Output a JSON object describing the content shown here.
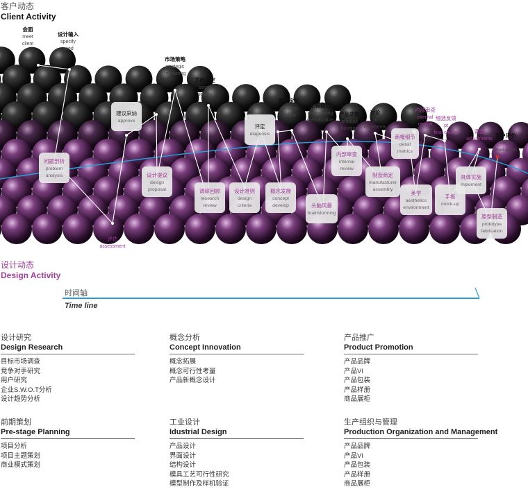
{
  "client_header": {
    "cn": "客户动态",
    "en": "Client Activity"
  },
  "design_header": {
    "cn": "设计动态",
    "en": "Design Activity"
  },
  "timeline": {
    "cn": "时间轴",
    "en": "Time line"
  },
  "client_nodes": [
    {
      "id": "c1",
      "lines": [
        "会面",
        "meet",
        "client"
      ]
    },
    {
      "id": "c2",
      "lines": [
        "设计输入",
        "specify",
        "need"
      ]
    },
    {
      "id": "c3",
      "lines": [
        "市场策略",
        "strategic",
        "marketing"
      ]
    },
    {
      "id": "c4",
      "lines": [
        "方向选定",
        "target",
        "setting"
      ]
    },
    {
      "id": "c5",
      "lines": [
        "概念定义",
        "concept",
        "define"
      ]
    },
    {
      "id": "c6",
      "lines": [
        "工程规范",
        "engineering",
        "specification"
      ]
    },
    {
      "id": "c7",
      "lines": [
        "产品功能",
        "product",
        "function"
      ]
    },
    {
      "id": "c8",
      "lines": [
        "讨论",
        "pt",
        "comments"
      ]
    },
    {
      "id": "c9",
      "lines": [
        "内部审查",
        "internal",
        "review"
      ]
    },
    {
      "id": "c10",
      "lines": [
        "细选反馈",
        "pt",
        "final choice"
      ]
    },
    {
      "id": "c11",
      "lines": [
        "调整",
        "adjustments"
      ]
    },
    {
      "id": "c12",
      "lines": [
        "客户评价",
        "client",
        "evaluation"
      ]
    },
    {
      "id": "c13",
      "lines": [
        "评估",
        "assessment"
      ]
    }
  ],
  "boxes": [
    {
      "id": "b1",
      "lines": [
        "建议采纳",
        "approve"
      ]
    },
    {
      "id": "b2",
      "lines": [
        "问题剖析",
        "problem",
        "analysis"
      ]
    },
    {
      "id": "b3",
      "lines": [
        "设计提议",
        "design",
        "proposal"
      ]
    },
    {
      "id": "b4",
      "lines": [
        "调研回顾",
        "research",
        "review"
      ]
    },
    {
      "id": "b5",
      "lines": [
        "设计准则",
        "design",
        "criteria"
      ]
    },
    {
      "id": "b6",
      "lines": [
        "概念发展",
        "concept",
        "develop"
      ]
    },
    {
      "id": "b7",
      "lines": [
        "评定",
        "diagnosis"
      ]
    },
    {
      "id": "b8",
      "lines": [
        "头脑风暴",
        "brainstorming"
      ]
    },
    {
      "id": "b9",
      "lines": [
        "内部审查",
        "internal",
        "review"
      ]
    },
    {
      "id": "b10",
      "lines": [
        "制造商定",
        "manufacturer",
        "assembly"
      ]
    },
    {
      "id": "b11",
      "lines": [
        "商榷细节",
        "detail",
        "metrics"
      ]
    },
    {
      "id": "b12",
      "lines": [
        "美学",
        "aesthetics",
        "environment"
      ]
    },
    {
      "id": "b13",
      "lines": [
        "手板",
        "mock-up"
      ]
    },
    {
      "id": "b14",
      "lines": [
        "具体实施",
        "mplement"
      ]
    },
    {
      "id": "b15",
      "lines": [
        "原型制造",
        "prototype",
        "fabrication"
      ]
    }
  ],
  "sections": [
    {
      "id": "s1",
      "cn": "设计研究",
      "en": "Design Research",
      "items": [
        "目标市场调查",
        "竞争对手研究",
        "用户研究",
        "企业S.W.O.T分析",
        "设计趋势分析"
      ]
    },
    {
      "id": "s2",
      "cn": "概念分析",
      "en": "Concept Innovation",
      "items": [
        "概念拓展",
        "概念可行性考量",
        "产品新概念设计"
      ]
    },
    {
      "id": "s3",
      "cn": "产品推广",
      "en": "Product Promotion",
      "items": [
        "产品品牌",
        "产品VI",
        "产品包装",
        "产品样册",
        "商品展柜"
      ]
    },
    {
      "id": "s4",
      "cn": "前期策划",
      "en": "Pre-stage Planning",
      "items": [
        "项目分析",
        "项目主题策划",
        "商业模式策划"
      ]
    },
    {
      "id": "s5",
      "cn": "工业设计",
      "en": "Idustrial Design",
      "items": [
        "产品设计",
        "界面设计",
        "结构设计",
        "模具工艺可行性研究",
        "模型制作及样机验证"
      ]
    },
    {
      "id": "s6",
      "cn": "生产组织与管理",
      "en": "Production Organization and Management",
      "items": [
        "产品品牌",
        "产品VI",
        "产品包装",
        "产品样册",
        "商品展柜"
      ]
    }
  ],
  "colors": {
    "purple": "#a0409a",
    "blue": "#2a9bd6",
    "ball_dark": "#111111",
    "ball_purple": "#5a2c5c"
  }
}
